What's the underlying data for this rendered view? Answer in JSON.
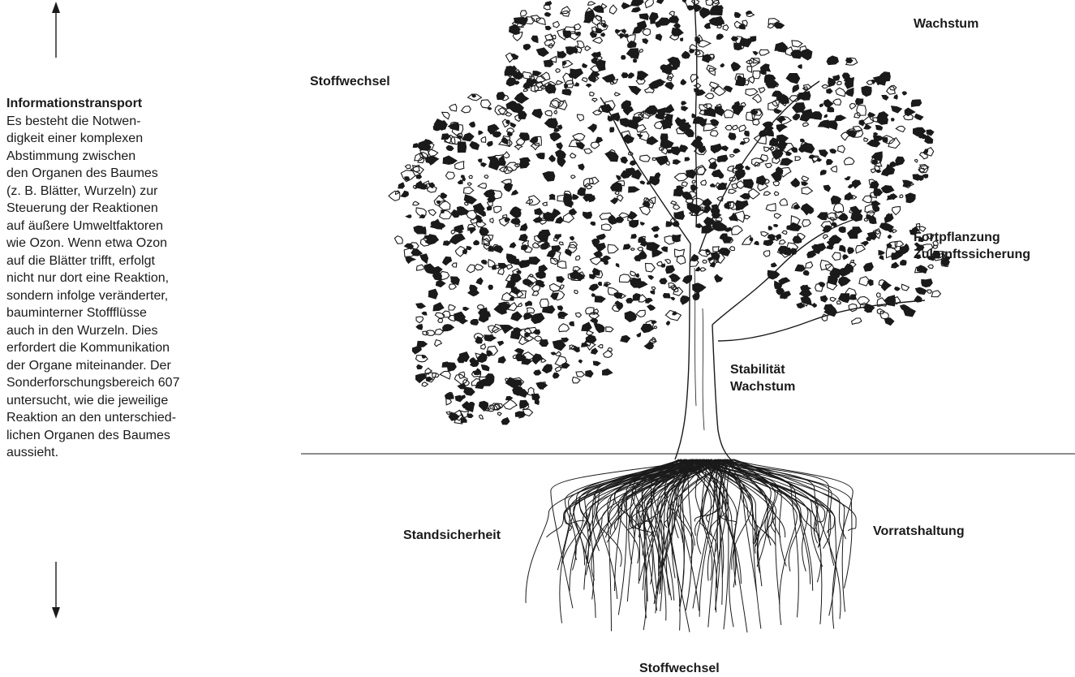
{
  "info": {
    "heading": "Informationstransport",
    "lines": [
      "Es besteht die Notwen-",
      "digkeit einer komplexen",
      "Abstimmung zwischen",
      "den Organen des Baumes",
      "(z. B. Blätter, Wurzeln) zur",
      "Steuerung der Reaktionen",
      "auf äußere Umweltfaktoren",
      "wie Ozon. Wenn etwa Ozon",
      "auf die Blätter trifft, erfolgt",
      "nicht nur dort eine Reaktion,",
      "sondern infolge veränderter,",
      "bauminterner Stoffflüsse",
      "auch in den Wurzeln. Dies",
      "erfordert die Kommunikation",
      "der Organe miteinander. Der",
      "Sonderforschungsbereich 607",
      "untersucht, wie die jeweilige",
      "Reaktion an den unterschied-",
      "lichen Organen des Baumes",
      "aussieht."
    ]
  },
  "labels": {
    "crown_left": "Stoffwechsel",
    "crown_top_right": "Wachstum",
    "crown_right_1": "Fortpflanzung",
    "crown_right_2": "Zukunftssicherung",
    "trunk_1": "Stabilität",
    "trunk_2": "Wachstum",
    "root_left": "Standsicherheit",
    "root_right": "Vorratshaltung",
    "root_bottom": "Stoffwechsel"
  },
  "icons": [
    "arrow-up-icon",
    "arrow-down-icon",
    "tree-illustration"
  ],
  "colors": {
    "ink": "#1a1a1a",
    "background": "#ffffff"
  }
}
